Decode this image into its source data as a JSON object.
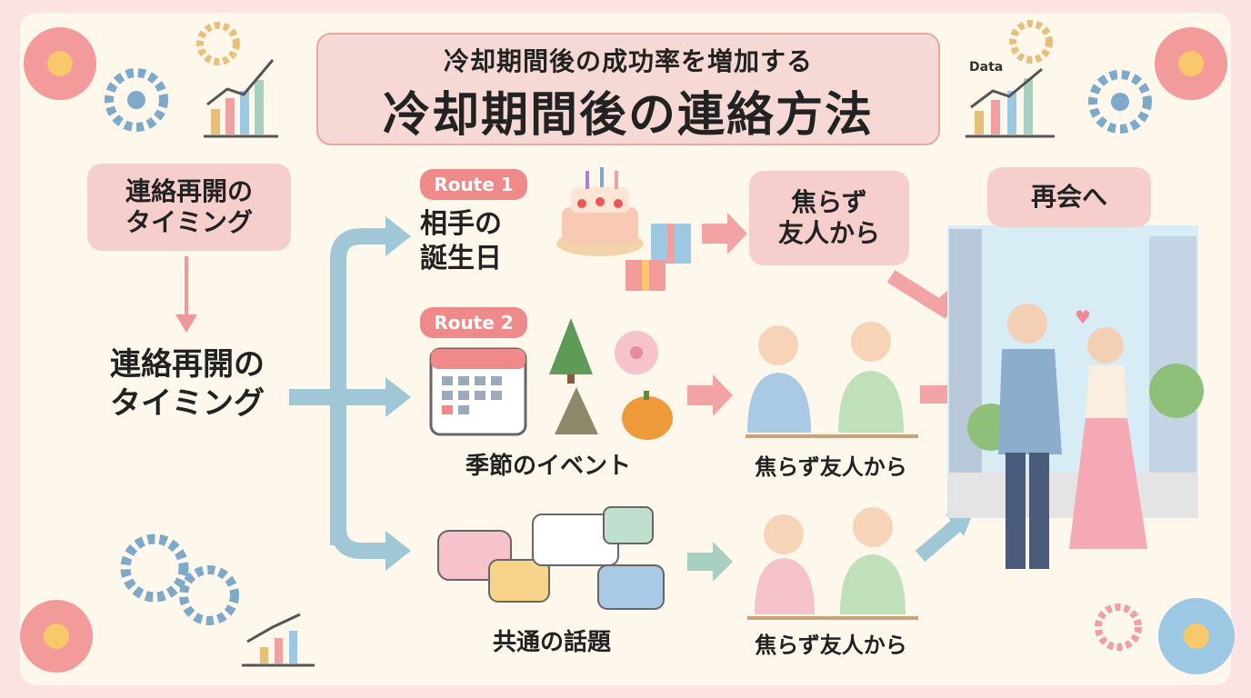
{
  "header": {
    "subtitle": "冷却期間後の成功率を増加する",
    "title": "冷却期間後の連絡方法"
  },
  "chart_icon_label": "Data",
  "left": {
    "timing_box": "連絡再開の\nタイミング",
    "timing_label": "連絡再開の\nタイミング"
  },
  "routes": [
    {
      "badge": "Route 1",
      "label": "相手の\n誕生日",
      "result": "焦らず\n友人から"
    },
    {
      "badge": "Route 2",
      "label": "季節のイベント",
      "result": "焦らず友人から"
    },
    {
      "badge": "",
      "label": "共通の話題",
      "result": "焦らず友人から"
    }
  ],
  "goal": {
    "label": "再会へ"
  },
  "colors": {
    "background": "#fbe3e3",
    "panel": "#fdf7ec",
    "pill": "#f6cfcc",
    "badge": "#ee8a8a",
    "arrow_blue": "#9fc7d6",
    "arrow_pink": "#f0a0a0",
    "arrow_green": "#a7d0c0"
  }
}
